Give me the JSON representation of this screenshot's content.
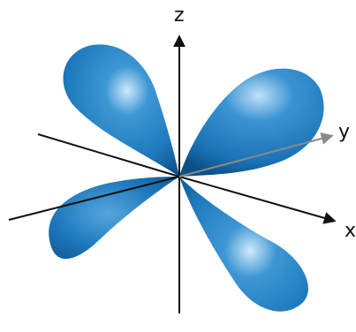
{
  "axes": {
    "z": {
      "label": "z"
    },
    "y": {
      "label": "y"
    },
    "x": {
      "label": "x"
    }
  },
  "colors": {
    "lobe_base": "#1e79bd",
    "lobe_dark": "#0c4f86",
    "lobe_highlight": "#cfe9fb",
    "axis_dark": "#111111",
    "axis_grey": "#8a8a8a"
  }
}
